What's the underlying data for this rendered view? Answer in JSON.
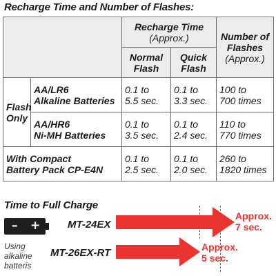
{
  "headings": {
    "table": "Recharge Time and Number of Flashes:",
    "charge": "Time to Full Charge"
  },
  "table": {
    "recharge_header": "Recharge Time",
    "recharge_sub": "(Approx.)",
    "number_header_1": "Number of",
    "number_header_2": "Flashes",
    "number_sub": "(Approx.)",
    "normal_1": "Normal",
    "normal_2": "Flash",
    "quick_1": "Quick",
    "quick_2": "Flash",
    "flash_only_1": "Flash",
    "flash_only_2": "Only",
    "rows": [
      {
        "type_1": "AA/LR6",
        "type_2": "Alkaline Batteries",
        "normal_1": "0.1 to",
        "normal_2": "5.5 sec.",
        "quick_1": "0.1 to",
        "quick_2": "3.3 sec.",
        "flashes_1": "100 to",
        "flashes_2": "700 times"
      },
      {
        "type_1": "AA/HR6",
        "type_2": "Ni-MH Batteries",
        "normal_1": "0.1 to",
        "normal_2": "3.5 sec.",
        "quick_1": "0.1 to",
        "quick_2": "2.4 sec.",
        "flashes_1": "110 to",
        "flashes_2": "770 times"
      },
      {
        "type_1": "With Compact",
        "type_2": "Battery Pack CP-E4N",
        "normal_1": "0.1 to",
        "normal_2": "2.5 sec.",
        "quick_1": "0.1 to",
        "quick_2": "2.0 sec.",
        "flashes_1": "260 to",
        "flashes_2": "1820 times"
      }
    ]
  },
  "charge": {
    "battery_minus": "–",
    "battery_plus": "+",
    "caption_1": "Using",
    "caption_2": "alkaline",
    "caption_3": "batteris",
    "items": [
      {
        "model": "MT-24EX",
        "approx_1": "Approx.",
        "approx_2": "7 sec."
      },
      {
        "model": "MT-26EX-RT",
        "approx_1": "Approx.",
        "approx_2": "5 sec."
      }
    ],
    "arrow_color": "#e8332f"
  }
}
